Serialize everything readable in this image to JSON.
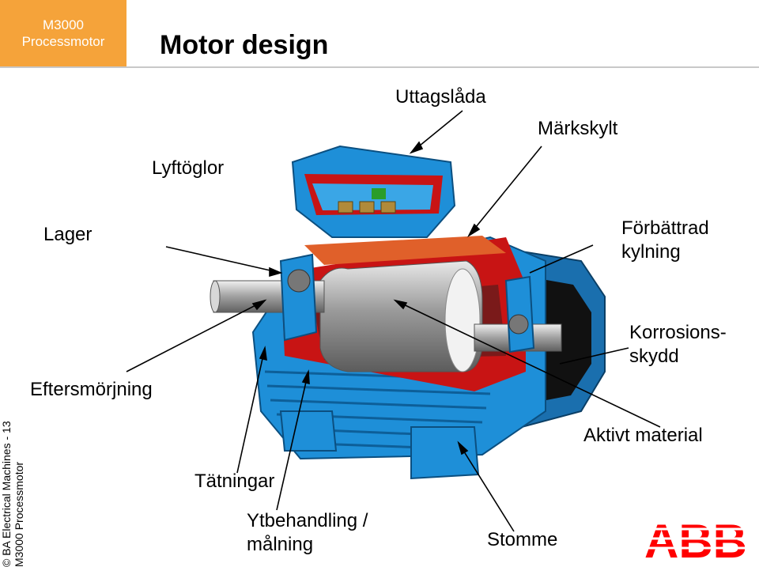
{
  "badge": {
    "line1": "M3000",
    "line2": "Processmotor"
  },
  "page_title": "Motor design",
  "labels": {
    "uttagslada": "Uttagslåda",
    "markskylt": "Märkskylt",
    "lyftoglor": "Lyftöglor",
    "lager": "Lager",
    "forbattrad_1": "Förbättrad",
    "forbattrad_2": "kylning",
    "korrosion_1": "Korrosions-",
    "korrosion_2": "skydd",
    "eftersmorjning": "Eftersmörjning",
    "aktivt_material": "Aktivt material",
    "tatningar": "Tätningar",
    "ytbehandling_1": "Ytbehandling /",
    "ytbehandling_2": "målning",
    "stomme": "Stomme"
  },
  "side_text": {
    "line1": "© BA Electrical Machines  - 13",
    "line2": "M3000 Processmotor"
  },
  "logo": {
    "text": "ABB",
    "color": "#ff0000"
  },
  "colors": {
    "badge": "#f5a33a",
    "motor_blue": "#1e8fd8",
    "rotor": "#a8a8a8",
    "winding_red": "#c81414"
  }
}
